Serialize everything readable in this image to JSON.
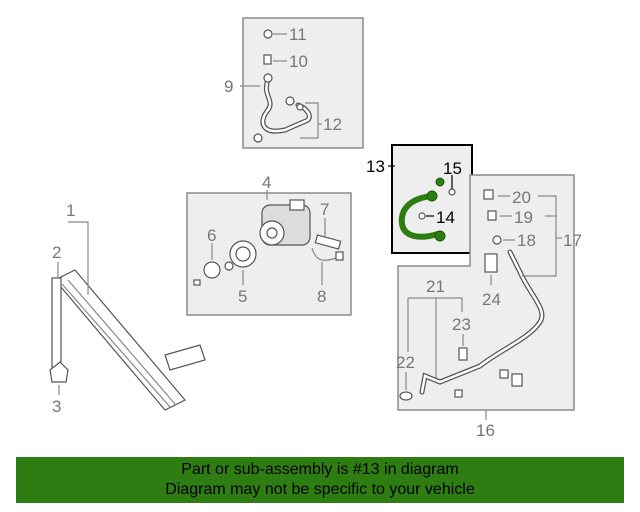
{
  "callouts": {
    "n1": "1",
    "n2": "2",
    "n3": "3",
    "n4": "4",
    "n5": "5",
    "n6": "6",
    "n7": "7",
    "n8": "8",
    "n9": "9",
    "n10": "10",
    "n11": "11",
    "n12": "12",
    "n13": "13",
    "n14": "14",
    "n15": "15",
    "n16": "16",
    "n17": "17",
    "n18": "18",
    "n19": "19",
    "n20": "20",
    "n21": "21",
    "n22": "22",
    "n23": "23",
    "n24": "24"
  },
  "highlight": {
    "part_number": "13",
    "color": "#2e7d12"
  },
  "banner": {
    "line1": "Part or sub-assembly is #13 in diagram",
    "line2": "Diagram may not be specific to your vehicle"
  }
}
